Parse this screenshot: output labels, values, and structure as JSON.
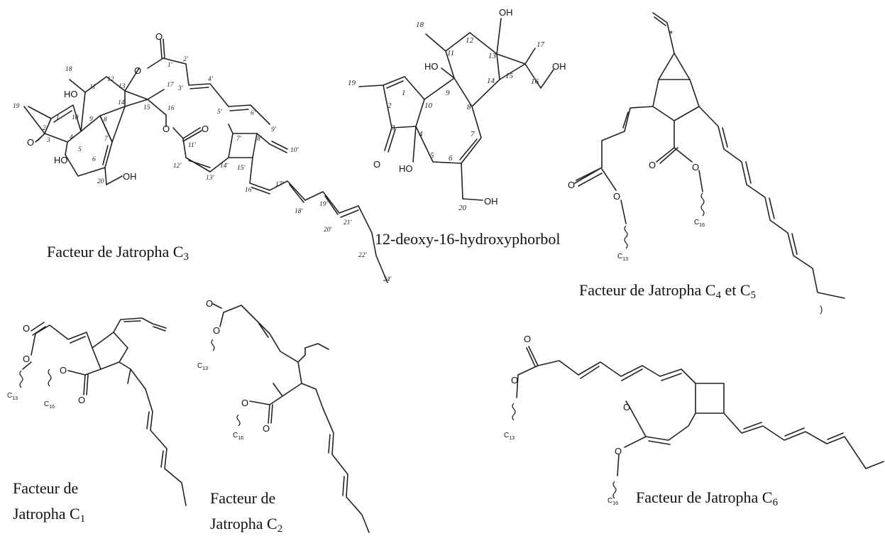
{
  "captions": {
    "c3": {
      "prefix": "Facteur de Jatropha C",
      "sub": "3"
    },
    "phorbol": {
      "text": "12-deoxy-16-hydroxyphorbol"
    },
    "c4c5": {
      "prefix": "Facteur de Jatropha C",
      "sub1": "4",
      "mid": " et C",
      "sub2": "5"
    },
    "c1": {
      "line1": "Facteur de",
      "line2": "Jatropha C",
      "sub": "1"
    },
    "c2": {
      "line1": "Facteur de",
      "line2": "Jatropha C",
      "sub": "2"
    },
    "c6": {
      "prefix": "Facteur de Jatropha C",
      "sub": "6"
    }
  },
  "atom_labels": {
    "oxygen": "O",
    "hydroxyl": "HO",
    "hydroxyl_right": "OH",
    "ester_o": "O",
    "chain_c": "C",
    "chain_13": "13",
    "chain_16": "16",
    "star": "*",
    "stray_mark": ")"
  },
  "c3_numbers": [
    "1",
    "2",
    "3",
    "4",
    "5",
    "6",
    "7",
    "8",
    "9",
    "10",
    "11",
    "12",
    "13",
    "14",
    "15",
    "16",
    "17",
    "18",
    "19",
    "20",
    "1'",
    "2'",
    "3'",
    "4'",
    "5'",
    "6'",
    "7'",
    "8'",
    "9'",
    "10'",
    "11'",
    "12'",
    "13'",
    "14'",
    "15'",
    "16'",
    "17'",
    "18'",
    "19'",
    "20'",
    "21'",
    "22'",
    "24'"
  ],
  "phorbol_numbers": [
    "1",
    "2",
    "3",
    "4",
    "5",
    "6",
    "7",
    "8",
    "9",
    "10",
    "11",
    "12",
    "13",
    "14",
    "15",
    "16",
    "17",
    "18",
    "19",
    "20"
  ]
}
